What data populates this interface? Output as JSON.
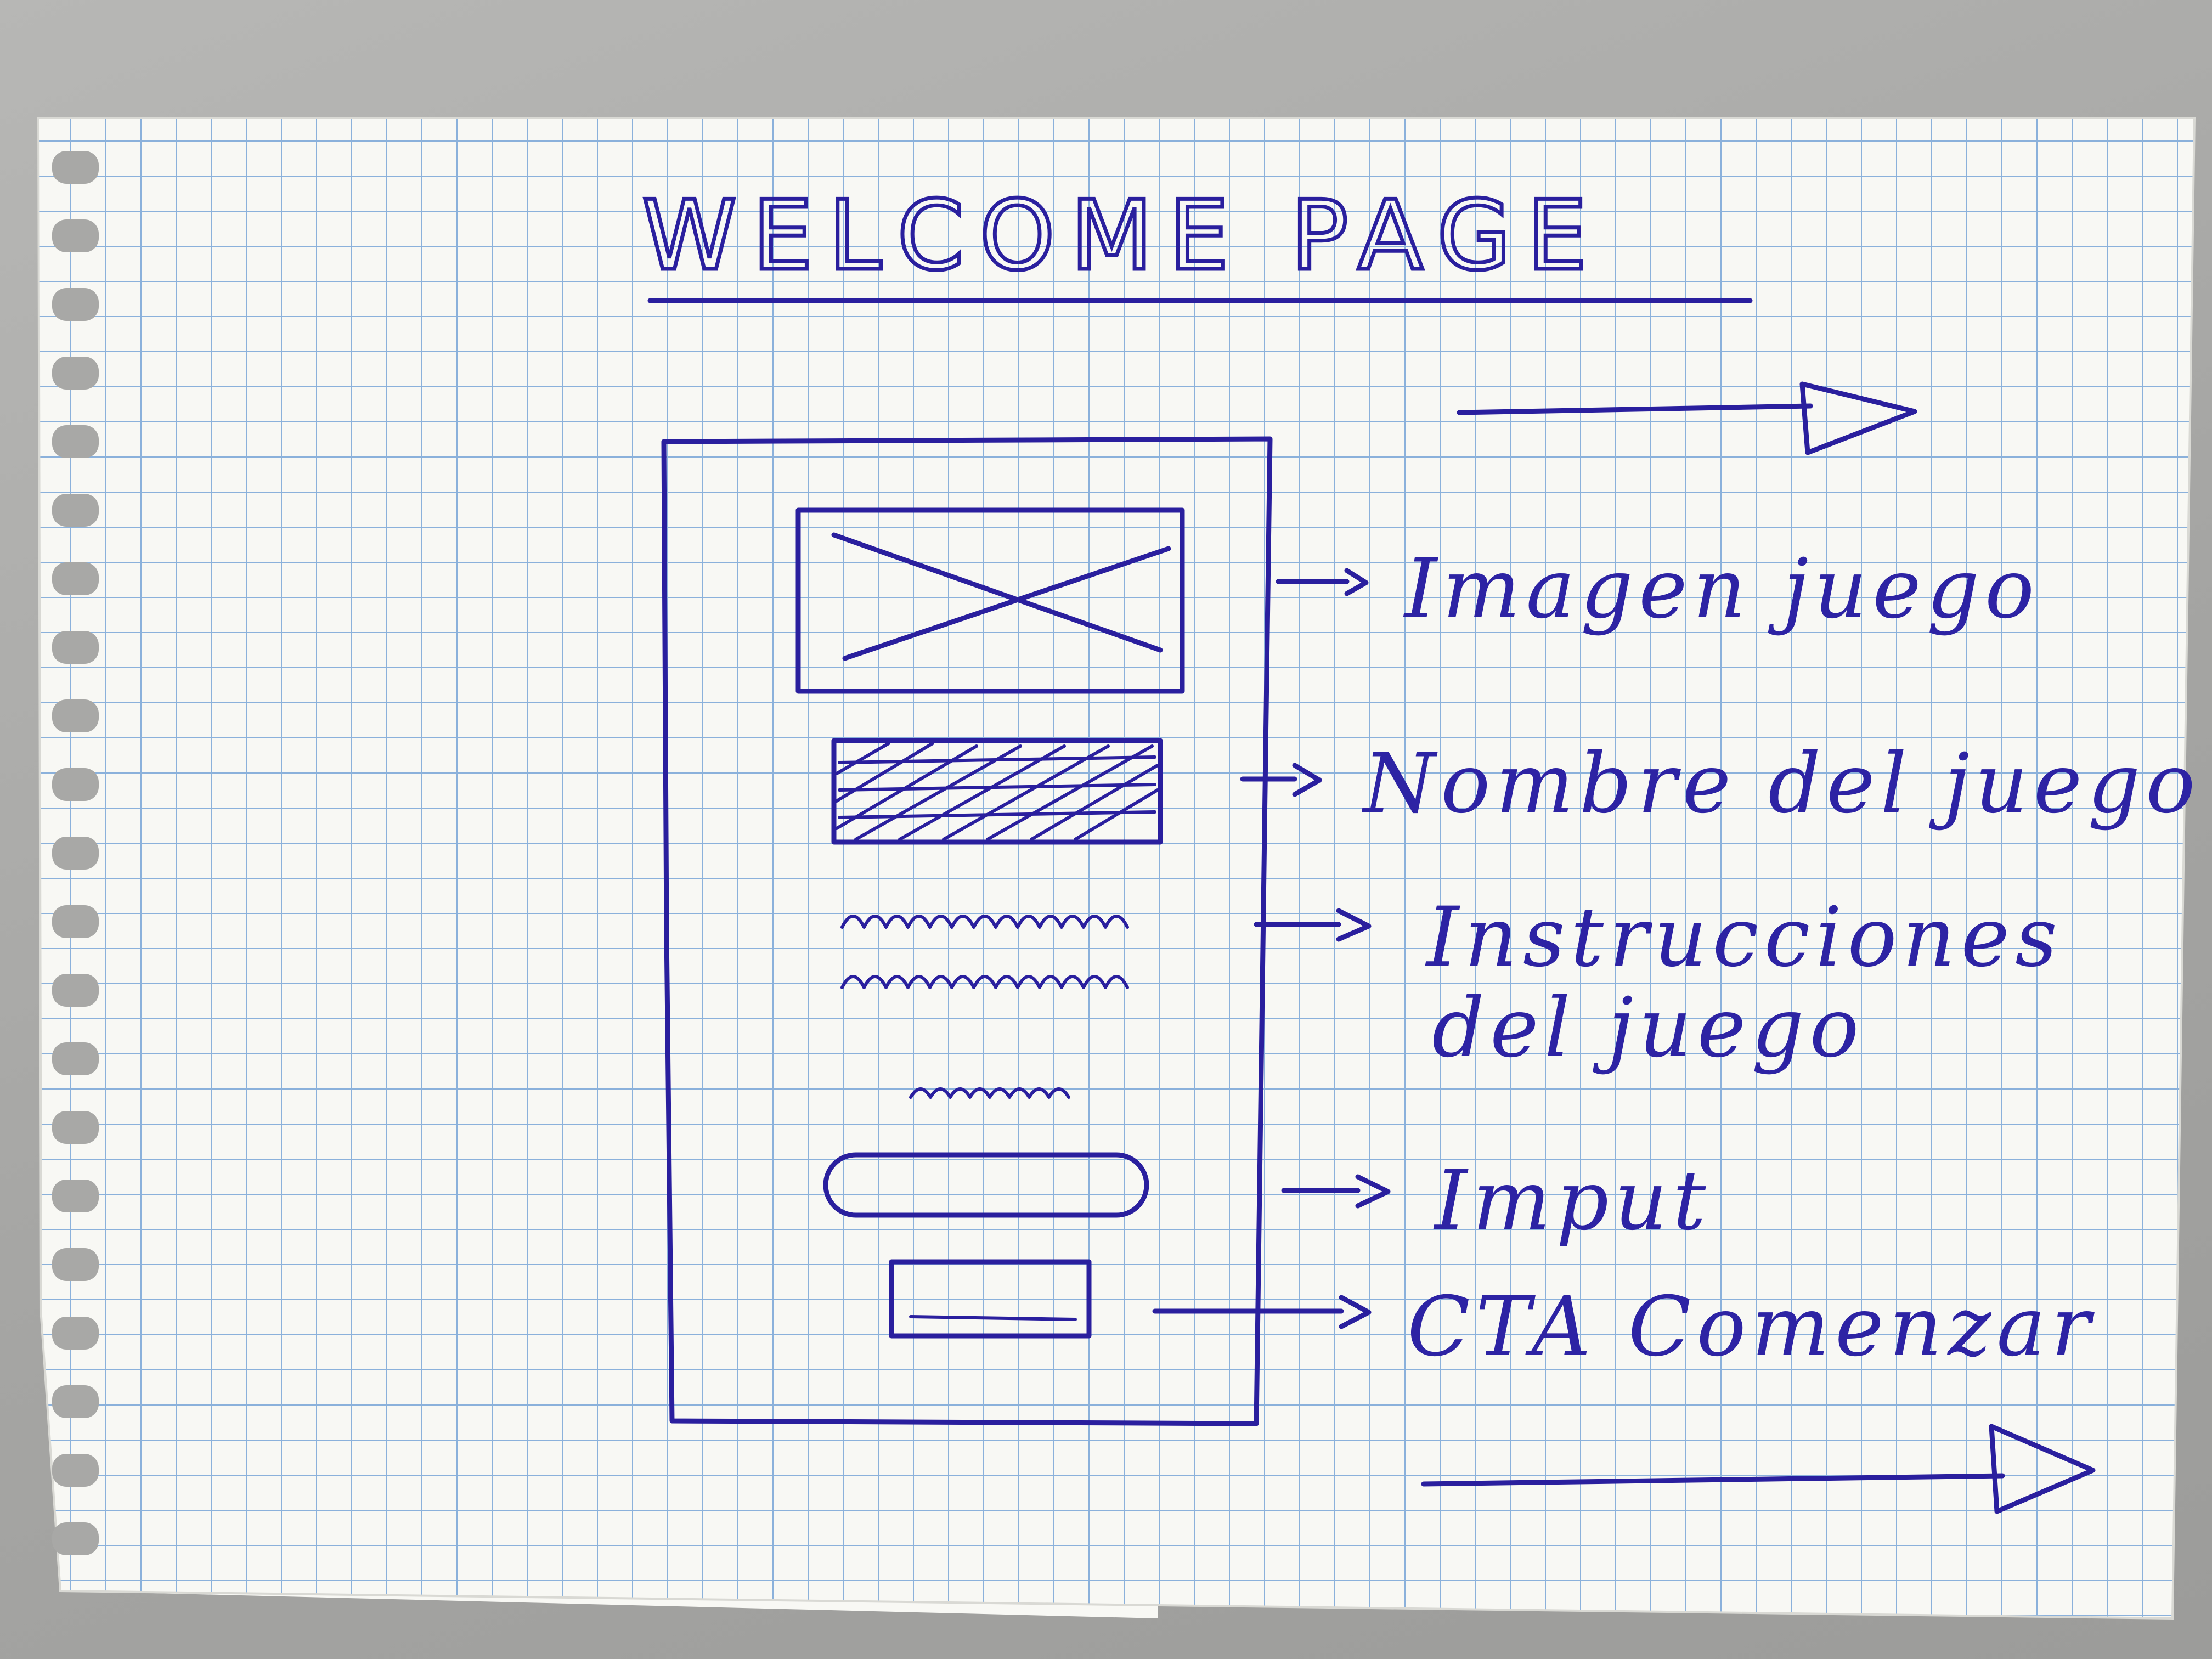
{
  "title": "WELCOME PAGE",
  "annotations": [
    {
      "id": "imagen",
      "lines": [
        "Imagen juego"
      ]
    },
    {
      "id": "nombre",
      "lines": [
        "Nombre del juego"
      ]
    },
    {
      "id": "instrucciones",
      "lines": [
        "Instrucciones",
        "del juego"
      ]
    },
    {
      "id": "input",
      "lines": [
        "Imput"
      ]
    },
    {
      "id": "cta",
      "lines": [
        "CTA Comenzar"
      ]
    }
  ],
  "colors": {
    "ink": "#2a1f9e",
    "paper": "#fbfbf8",
    "grid": "#7fa9d8",
    "background": "#a9a9a7"
  }
}
